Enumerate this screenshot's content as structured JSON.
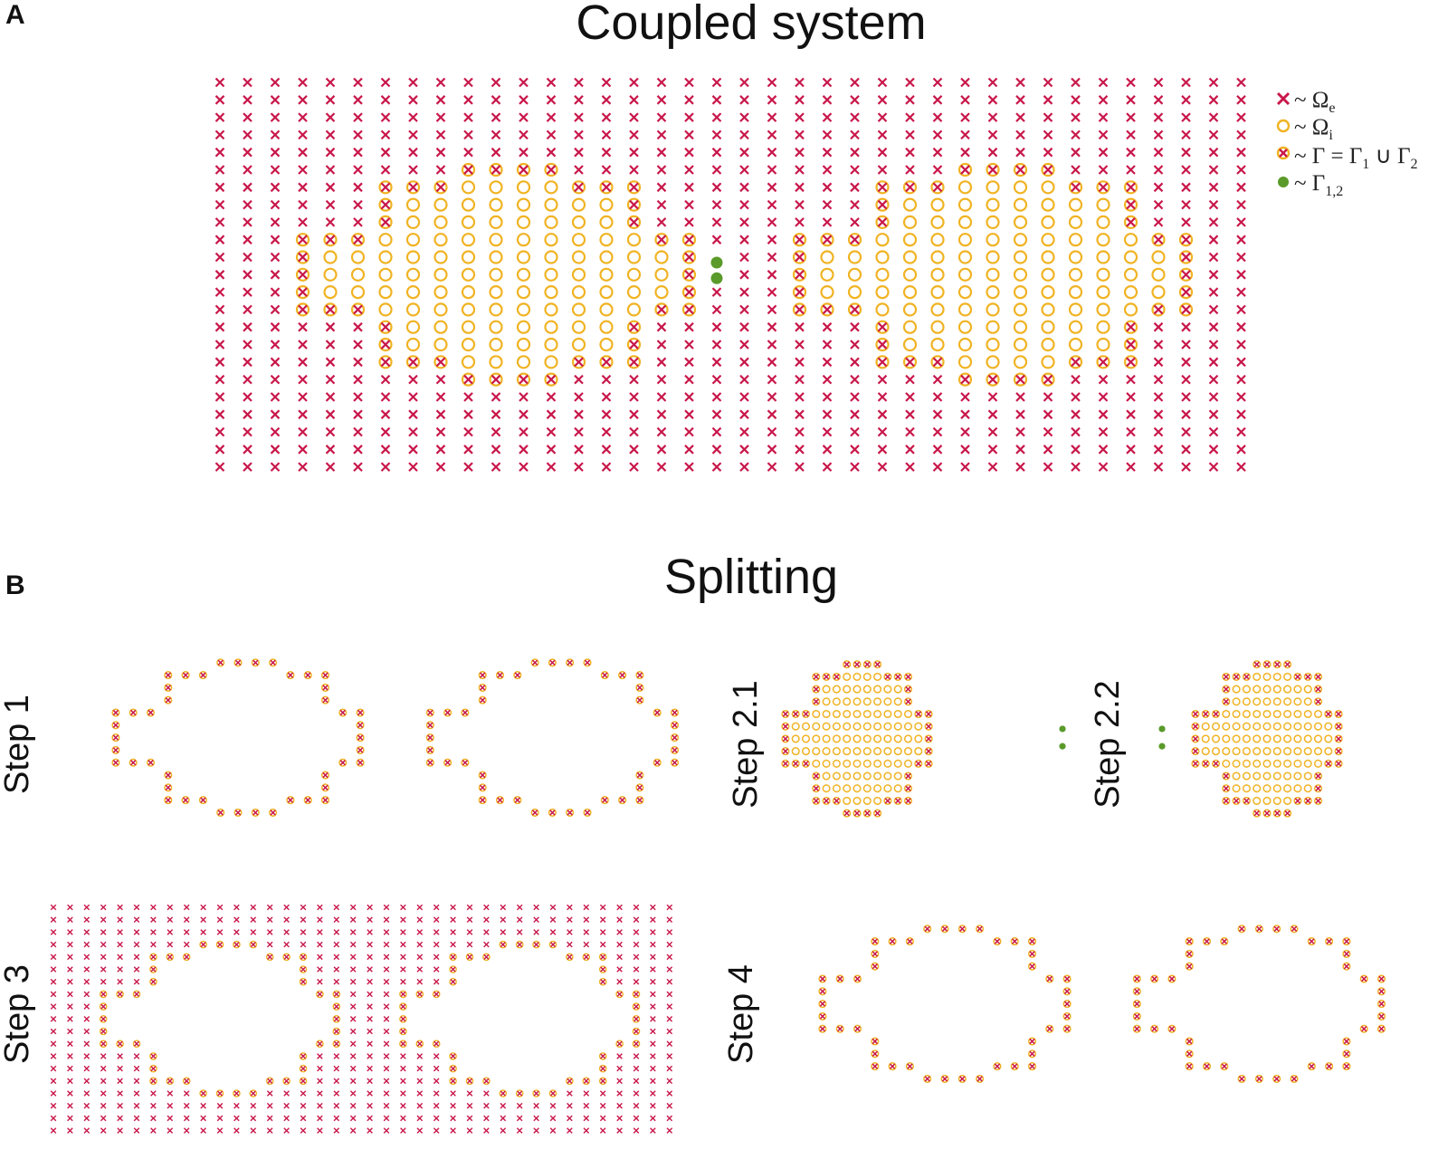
{
  "panels": {
    "a": {
      "letter": "A",
      "title": "Coupled system"
    },
    "b": {
      "letter": "B",
      "title": "Splitting"
    }
  },
  "steps": {
    "step1": "Step 1",
    "step21": "Step 2.1",
    "step22": "Step 2.2",
    "step3": "Step 3",
    "step4": "Step 4"
  },
  "legend": {
    "omega_e": {
      "prefix": "~ Ω",
      "sub": "e"
    },
    "omega_i": {
      "prefix": "~ Ω",
      "sub": "i"
    },
    "gamma": {
      "prefix": "~ Γ = Γ",
      "sub1": "1",
      "mid": " ∪ Γ",
      "sub2": "2"
    },
    "gamma12": {
      "prefix": "~ Γ",
      "sub": "1,2"
    }
  },
  "colors": {
    "extracellular": "#c8174a",
    "intracellular": "#f0b323",
    "gap_junction": "#5a9a2a"
  }
}
